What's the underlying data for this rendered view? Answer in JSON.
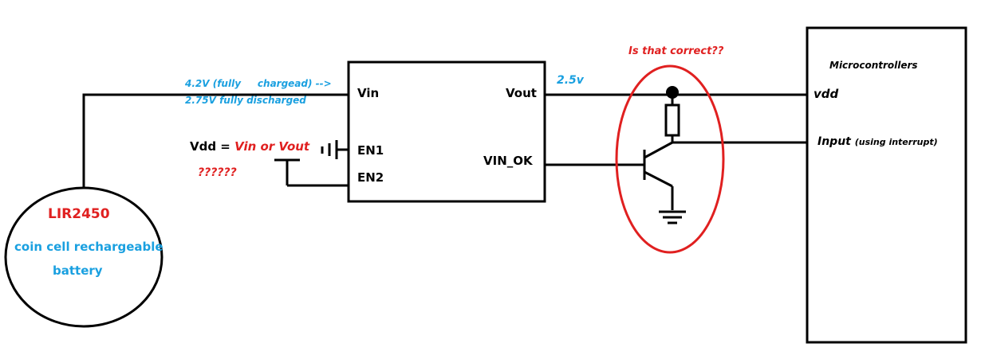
{
  "battery": {
    "name": "LIR2450",
    "desc_line1": "coin cell rechargeable",
    "desc_line2": "battery"
  },
  "annotations": {
    "vin_charged": "4.2V (fully     chargead) -->",
    "vin_discharged": "2.75V fully discharged",
    "vout_voltage": "2.5v",
    "question": "Is that correct??",
    "vdd_prefix": "Vdd = ",
    "vdd_options": "Vin or Vout",
    "vdd_unknown": "??????"
  },
  "regulator": {
    "pin_vin": "Vin",
    "pin_vout": "Vout",
    "pin_en1": "EN1",
    "pin_en2": "EN2",
    "pin_vin_ok": "VIN_OK"
  },
  "mcu": {
    "title": "Microcontrollers",
    "pin_vdd": "vdd",
    "pin_input": "Input",
    "pin_input_note": "(using interrupt)"
  },
  "colors": {
    "wire": "#000000",
    "highlight": "#e02020",
    "note": "#1aa0e0"
  }
}
